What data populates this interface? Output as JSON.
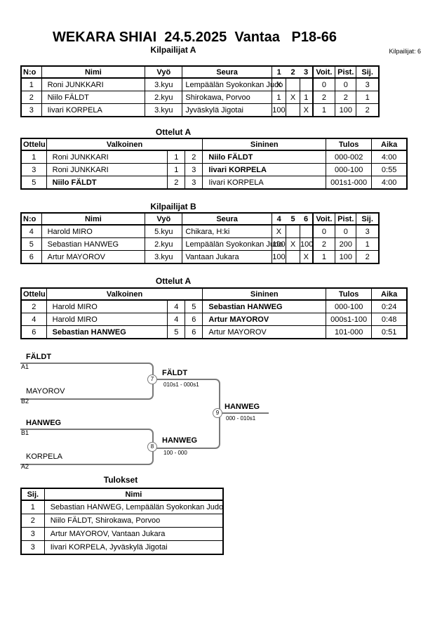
{
  "page": {
    "title": "WEKARA SHIAI  24.5.2025  Vantaa   P18-66",
    "competitor_count": "Kilpailijat: 6"
  },
  "pool_a": {
    "title": "Kilpailijat A",
    "headers": {
      "no": "N:o",
      "name": "Nimi",
      "belt": "Vyö",
      "club": "Seura",
      "c1": "1",
      "c2": "2",
      "c3": "3",
      "wins": "Voit.",
      "points": "Pist.",
      "place": "Sij."
    },
    "rows": [
      {
        "no": "1",
        "name": "Roni JUNKKARI",
        "belt": "3.kyu",
        "club": "Lempäälän Syokonkan Judo",
        "c1": "X",
        "c2": "",
        "c3": "",
        "wins": "0",
        "points": "0",
        "place": "3"
      },
      {
        "no": "2",
        "name": "Niilo FÄLDT",
        "belt": "2.kyu",
        "club": "Shirokawa, Porvoo",
        "c1": "1",
        "c2": "X",
        "c3": "1",
        "wins": "2",
        "points": "2",
        "place": "1"
      },
      {
        "no": "3",
        "name": "Iivari KORPELA",
        "belt": "3.kyu",
        "club": "Jyväskylä Jigotai",
        "c1": "100",
        "c2": "",
        "c3": "X",
        "wins": "1",
        "points": "100",
        "place": "2"
      }
    ]
  },
  "matches_a1": {
    "title": "Ottelut A",
    "headers": {
      "match": "Ottelu",
      "white": "Valkoinen",
      "blue": "Sininen",
      "result": "Tulos",
      "time": "Aika"
    },
    "rows": [
      {
        "match": "1",
        "white": "Roni JUNKKARI",
        "wn": "1",
        "bn": "2",
        "blue": "Niilo FÄLDT",
        "winner": "blue",
        "result": "000-002",
        "time": "4:00"
      },
      {
        "match": "3",
        "white": "Roni JUNKKARI",
        "wn": "1",
        "bn": "3",
        "blue": "Iivari KORPELA",
        "winner": "blue",
        "result": "000-100",
        "time": "0:55"
      },
      {
        "match": "5",
        "white": "Niilo FÄLDT",
        "wn": "2",
        "bn": "3",
        "blue": "Iivari KORPELA",
        "winner": "white",
        "result": "001s1-000",
        "time": "4:00"
      }
    ]
  },
  "pool_b": {
    "title": "Kilpailijat B",
    "headers": {
      "no": "N:o",
      "name": "Nimi",
      "belt": "Vyö",
      "club": "Seura",
      "c1": "4",
      "c2": "5",
      "c3": "6",
      "wins": "Voit.",
      "points": "Pist.",
      "place": "Sij."
    },
    "rows": [
      {
        "no": "4",
        "name": "Harold MIRO",
        "belt": "5.kyu",
        "club": "Chikara, H:ki",
        "c1": "X",
        "c2": "",
        "c3": "",
        "wins": "0",
        "points": "0",
        "place": "3"
      },
      {
        "no": "5",
        "name": "Sebastian HANWEG",
        "belt": "2.kyu",
        "club": "Lempäälän Syokonkan Judo",
        "c1": "100",
        "c2": "X",
        "c3": "100",
        "wins": "2",
        "points": "200",
        "place": "1"
      },
      {
        "no": "6",
        "name": "Artur MAYOROV",
        "belt": "3.kyu",
        "club": "Vantaan Jukara",
        "c1": "100",
        "c2": "",
        "c3": "X",
        "wins": "1",
        "points": "100",
        "place": "2"
      }
    ]
  },
  "matches_a2": {
    "title": "Ottelut A",
    "headers": {
      "match": "Ottelu",
      "white": "Valkoinen",
      "blue": "Sininen",
      "result": "Tulos",
      "time": "Aika"
    },
    "rows": [
      {
        "match": "2",
        "white": "Harold MIRO",
        "wn": "4",
        "bn": "5",
        "blue": "Sebastian HANWEG",
        "winner": "blue",
        "result": "000-100",
        "time": "0:24"
      },
      {
        "match": "4",
        "white": "Harold MIRO",
        "wn": "4",
        "bn": "6",
        "blue": "Artur MAYOROV",
        "winner": "blue",
        "result": "000s1-100",
        "time": "0:48"
      },
      {
        "match": "6",
        "white": "Sebastian HANWEG",
        "wn": "5",
        "bn": "6",
        "blue": "Artur MAYOROV",
        "winner": "white",
        "result": "101-000",
        "time": "0:51"
      }
    ]
  },
  "bracket": {
    "semi1": {
      "top_name": "FÄLDT",
      "top_seed": "A1",
      "bottom_name": "MAYOROV",
      "bottom_seed": "B2",
      "match_no": "7",
      "winner": "FÄLDT",
      "score": "010s1 - 000s1"
    },
    "semi2": {
      "top_name": "HANWEG",
      "top_seed": "B1",
      "bottom_name": "KORPELA",
      "bottom_seed": "A2",
      "match_no": "8",
      "winner": "HANWEG",
      "score": "100 - 000"
    },
    "final": {
      "match_no": "9",
      "winner": "HANWEG",
      "score": "000 - 010s1"
    }
  },
  "results": {
    "title": "Tulokset",
    "headers": {
      "place": "Sij.",
      "name": "Nimi"
    },
    "rows": [
      {
        "place": "1",
        "name": "Sebastian HANWEG, Lempäälän Syokonkan Judo"
      },
      {
        "place": "2",
        "name": "Niilo FÄLDT, Shirokawa, Porvoo"
      },
      {
        "place": "3",
        "name": "Artur MAYOROV, Vantaan Jukara"
      },
      {
        "place": "3",
        "name": "Iivari KORPELA, Jyväskylä Jigotai"
      }
    ]
  }
}
